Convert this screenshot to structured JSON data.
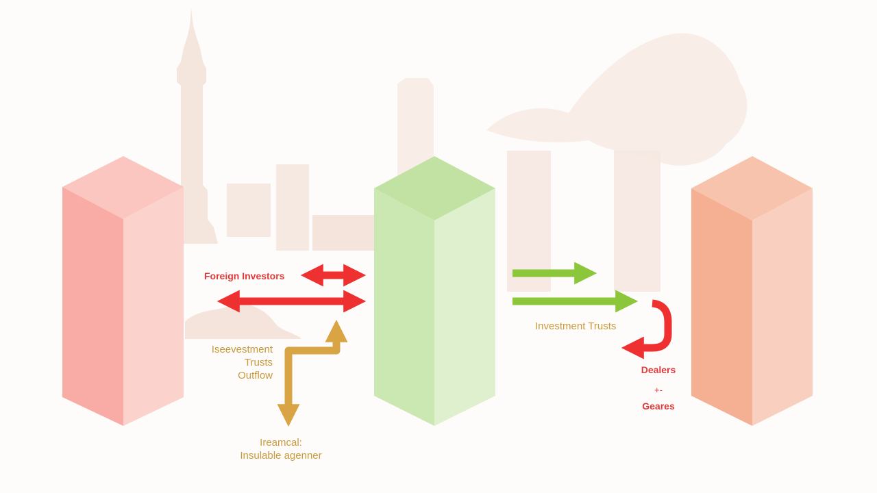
{
  "colors": {
    "red_arrow": "#ee3030",
    "green_arrow": "#8cc63a",
    "gold_arrow": "#d9a544",
    "red_text": "#e03a3a",
    "gold_text": "#c99a3a",
    "pillar_pink": "#f9b1aa",
    "pillar_green": "#cbe8b2",
    "pillar_salmon": "#f6b69c",
    "skyline": "#f4e4da"
  },
  "labels": {
    "foreign_investors": "Foreign Investors",
    "investment_trusts_outflow": [
      "Iseevestment",
      "Trusts",
      "Outflow"
    ],
    "ireamcal": [
      "Ireamcal:",
      "Insulable agenner"
    ],
    "investment_trusts": "Investment Trusts",
    "dealers": "Dealers",
    "dealers_symbol": "+-",
    "geares": "Geares"
  }
}
